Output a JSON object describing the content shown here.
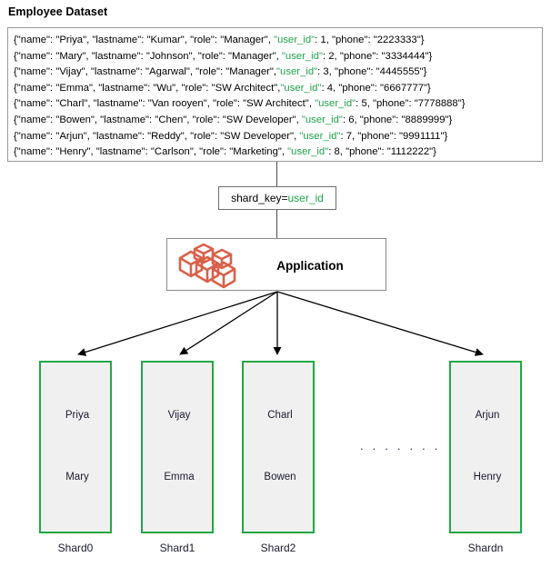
{
  "page_title": "Employee Dataset",
  "colors": {
    "shard_border_green": "#22a745",
    "json_key_green": "#1fa34a",
    "cube_icon_red": "#d9604a",
    "shard_fill_gray": "#f0f0f0",
    "box_border_gray": "#9a9a9a"
  },
  "dataset": {
    "records": [
      {
        "prefix": "{\"name\": \"Priya\", \"lastname\": \"Kumar\", \"role\": \"Manager\", ",
        "user_id_key": "\"user_id\"",
        "suffix": ": 1,  \"phone\": \"2223333\"}",
        "name": "Priya",
        "lastname": "Kumar",
        "role": "Manager",
        "user_id": 1,
        "phone": "2223333"
      },
      {
        "prefix": "{\"name\": \"Mary\", \"lastname\": \"Johnson\", \"role\": \"Manager\",  ",
        "user_id_key": "\"user_id\"",
        "suffix": ": 2, \"phone\": \"3334444\"}",
        "name": "Mary",
        "lastname": "Johnson",
        "role": "Manager",
        "user_id": 2,
        "phone": "3334444"
      },
      {
        "prefix": "{\"name\": \"Vijay\", \"lastname\": \"Agarwal\", \"role\": \"Manager\",",
        "user_id_key": "\"user_id\"",
        "suffix": ": 3, \"phone\": \"4445555\"}",
        "name": "Vijay",
        "lastname": "Agarwal",
        "role": "Manager",
        "user_id": 3,
        "phone": "4445555"
      },
      {
        "prefix": "{\"name\": \"Emma\", \"lastname\": \"Wu\", \"role\": \"SW Architect\",",
        "user_id_key": "\"user_id\"",
        "suffix": ": 4, \"phone\": \"6667777\"}",
        "name": "Emma",
        "lastname": "Wu",
        "role": "SW Architect",
        "user_id": 4,
        "phone": "6667777"
      },
      {
        "prefix": "{\"name\": \"Charl\", \"lastname\": \"Van rooyen\", \"role\": \"SW Architect\", ",
        "user_id_key": "\"user_id\"",
        "suffix": ": 5, \"phone\": \"7778888\"}",
        "name": "Charl",
        "lastname": "Van rooyen",
        "role": "SW Architect",
        "user_id": 5,
        "phone": "7778888"
      },
      {
        "prefix": "{\"name\": \"Bowen\", \"lastname\": \"Chen\", \"role\": \"SW Developer\", ",
        "user_id_key": "\"user_id\"",
        "suffix": ": 6, \"phone\": \"8889999\"}",
        "name": "Bowen",
        "lastname": "Chen",
        "role": "SW Developer",
        "user_id": 6,
        "phone": "8889999"
      },
      {
        "prefix": "{\"name\": \"Arjun\", \"lastname\": \"Reddy\", \"role\": \"SW Developer\", ",
        "user_id_key": "\"user_id\"",
        "suffix": ": 7, \"phone\": \"9991111\"}",
        "name": "Arjun",
        "lastname": "Reddy",
        "role": "SW Developer",
        "user_id": 7,
        "phone": "9991111"
      },
      {
        "prefix": "{\"name\": \"Henry\", \"lastname\": \"Carlson\", \"role\": \"Marketing\", ",
        "user_id_key": "\"user_id\"",
        "suffix": ": 8, \"phone\": \"1112222\"}",
        "name": "Henry",
        "lastname": "Carlson",
        "role": "Marketing",
        "user_id": 8,
        "phone": "1112222"
      }
    ]
  },
  "shard_key": {
    "key_text": "shard_key=",
    "value_text": "user_id"
  },
  "application": {
    "label": "Application",
    "icon": "cubes-icon"
  },
  "shards": [
    {
      "label": "Shard0",
      "rows": [
        "Priya",
        "Mary"
      ]
    },
    {
      "label": "Shard1",
      "rows": [
        "Vijay",
        "Emma"
      ]
    },
    {
      "label": "Shard2",
      "rows": [
        "Charl",
        "Bowen"
      ]
    },
    {
      "label": "Shardn",
      "rows": [
        "Arjun",
        "Henry"
      ]
    }
  ],
  "ellipsis": ". . . . . . ."
}
